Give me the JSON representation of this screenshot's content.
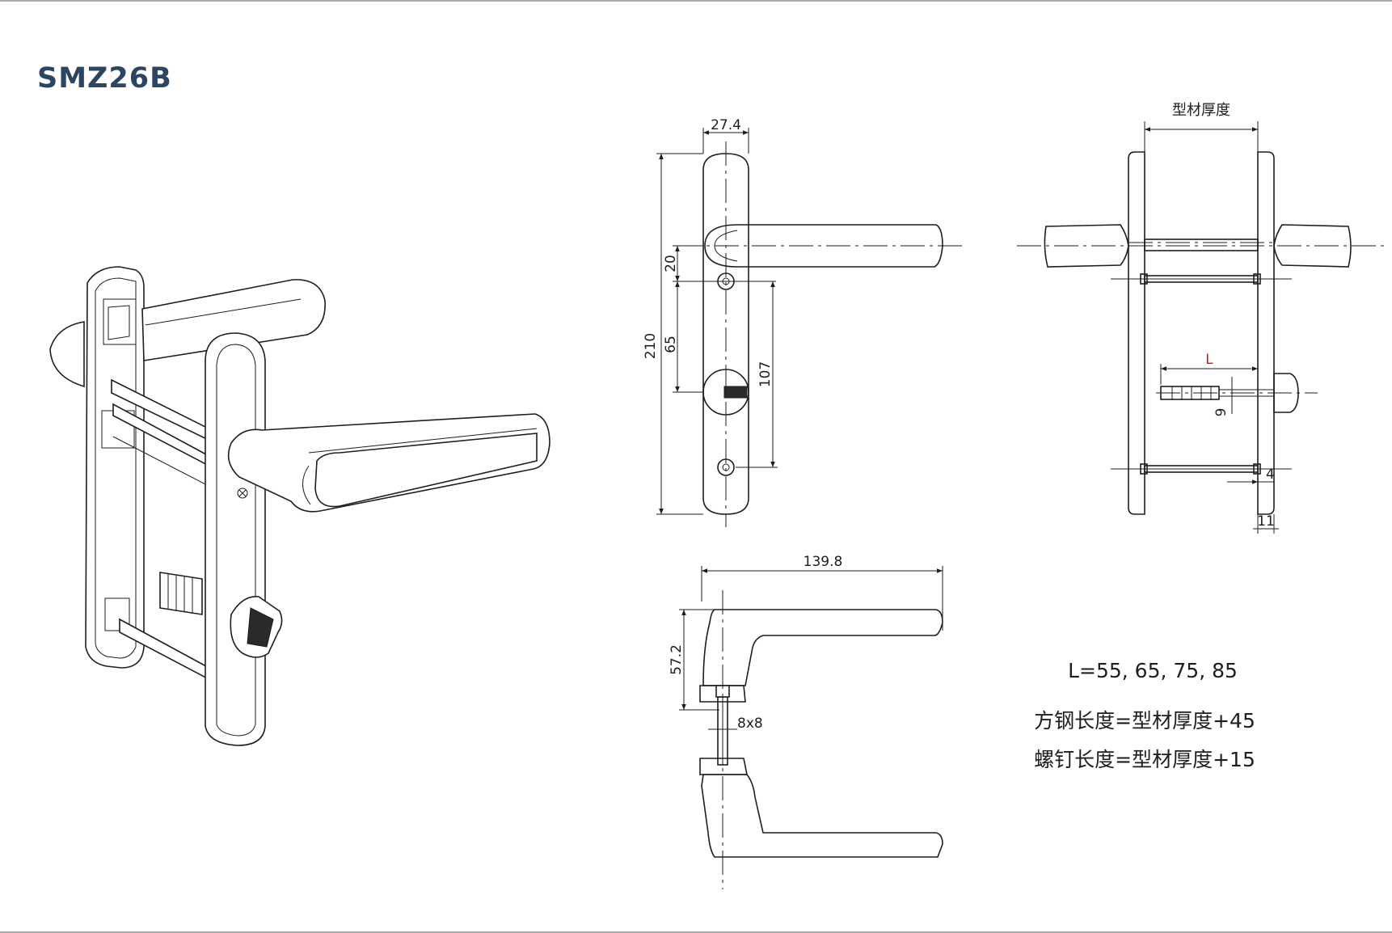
{
  "title": "SMZ26B",
  "front_view": {
    "dim_width": "27.4",
    "dim_total_height": "210",
    "dim_20": "20",
    "dim_65": "65",
    "dim_107": "107"
  },
  "side_view": {
    "dim_profile_thickness": "型材厚度",
    "dim_L": "L",
    "dim_9": "9",
    "dim_4": "4",
    "dim_11": "11"
  },
  "lever_view": {
    "dim_length": "139.8",
    "dim_height": "57.2",
    "dim_spindle": "8x8"
  },
  "notes": {
    "l_values": "L=55, 65, 75, 85",
    "square_steel": "方钢长度=型材厚度+45",
    "screw": "螺钉长度=型材厚度+15"
  },
  "colors": {
    "title": "#2c4563",
    "line": "#1e1e1e",
    "accent_red": "#d11a1a"
  }
}
